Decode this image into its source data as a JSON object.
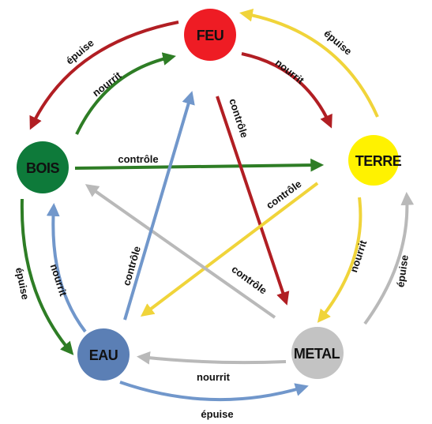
{
  "elements": {
    "feu": {
      "label": "FEU",
      "color": "#ee1c24",
      "text_color": "#111111"
    },
    "terre": {
      "label": "TERRE",
      "color": "#fff200",
      "text_color": "#111111"
    },
    "metal": {
      "label": "METAL",
      "color": "#c3c3c3",
      "text_color": "#111111"
    },
    "eau": {
      "label": "EAU",
      "color": "#5b7fb5",
      "text_color": "#111111"
    },
    "bois": {
      "label": "BOIS",
      "color": "#0e7a3a",
      "text_color": "#111111"
    }
  },
  "relations": {
    "nourrit_label": "nourrit",
    "epuise_label": "épuise",
    "controle_label": "contrôle"
  },
  "colors": {
    "feu_arrow": "#b11e23",
    "terre_arrow": "#f0d43a",
    "metal_arrow": "#b9b9b9",
    "eau_arrow": "#7197cb",
    "bois_arrow": "#2e7d25"
  }
}
